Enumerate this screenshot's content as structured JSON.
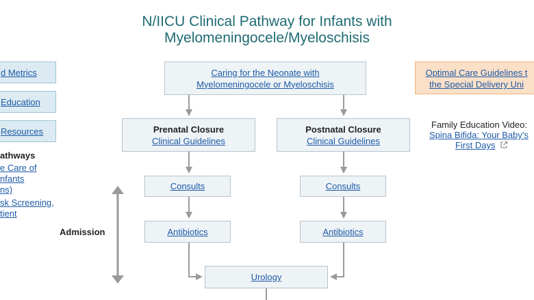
{
  "title": {
    "line1": "N/IICU Clinical Pathway for Infants with",
    "line2": "Myelomeningocele/Myeloschisis"
  },
  "sidebar": {
    "metrics": "d Metrics",
    "education": "Education",
    "resources": "Resources",
    "pathways_heading": "athways",
    "pathway_link_1": [
      "e Care of",
      "nfants",
      "ns)"
    ],
    "pathway_link_2": [
      "sk Screening,",
      "tient"
    ]
  },
  "top_box": {
    "line1": "Caring for the Neonate with",
    "line2": "Myelomeningocele or Myeloschisis"
  },
  "prenatal": {
    "title": "Prenatal Closure",
    "link": "Clinical Guidelines"
  },
  "postnatal": {
    "title": "Postnatal Closure",
    "link": "Clinical Guidelines"
  },
  "consults_label": "Consults",
  "antibiotics_label": "Antibiotics",
  "urology_label": "Urology",
  "admission_label": "Admission",
  "right_panel": {
    "optimal_line1": "Optimal Care Guidelines t",
    "optimal_line2": "the Special Delivery Uni",
    "video_caption": "Family Education Video:",
    "video_link_line1": "Spina Bifida: Your Baby's",
    "video_link_line2": "First Days",
    "external_icon": "external-link-icon"
  },
  "colors": {
    "title": "#1f6b73",
    "link": "#1d5aa6",
    "box_bg": "#eef3f6",
    "sidebar_bg": "#dcebf2",
    "orange_bg": "#fbe0c8",
    "connector": "#9a9a9a"
  }
}
